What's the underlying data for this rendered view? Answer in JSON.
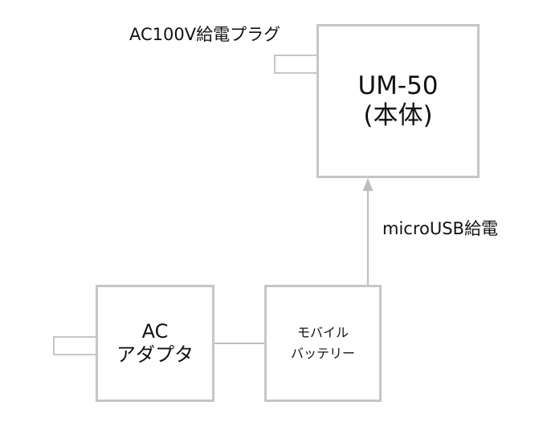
{
  "diagram": {
    "main_unit": {
      "line1": "UM-50",
      "line2": "(本体)"
    },
    "ac_adapter": {
      "line1": "AC",
      "line2": "アダプタ"
    },
    "mobile_battery": {
      "line1": "モバイル",
      "line2": "バッテリー"
    },
    "labels": {
      "main_power_plug": "AC100V給電プラグ",
      "usb_power": "microUSB給電"
    }
  },
  "colors": {
    "box_border": "#c6c6c6",
    "line": "#bdbdbd",
    "text": "#111111",
    "background": "#ffffff"
  }
}
